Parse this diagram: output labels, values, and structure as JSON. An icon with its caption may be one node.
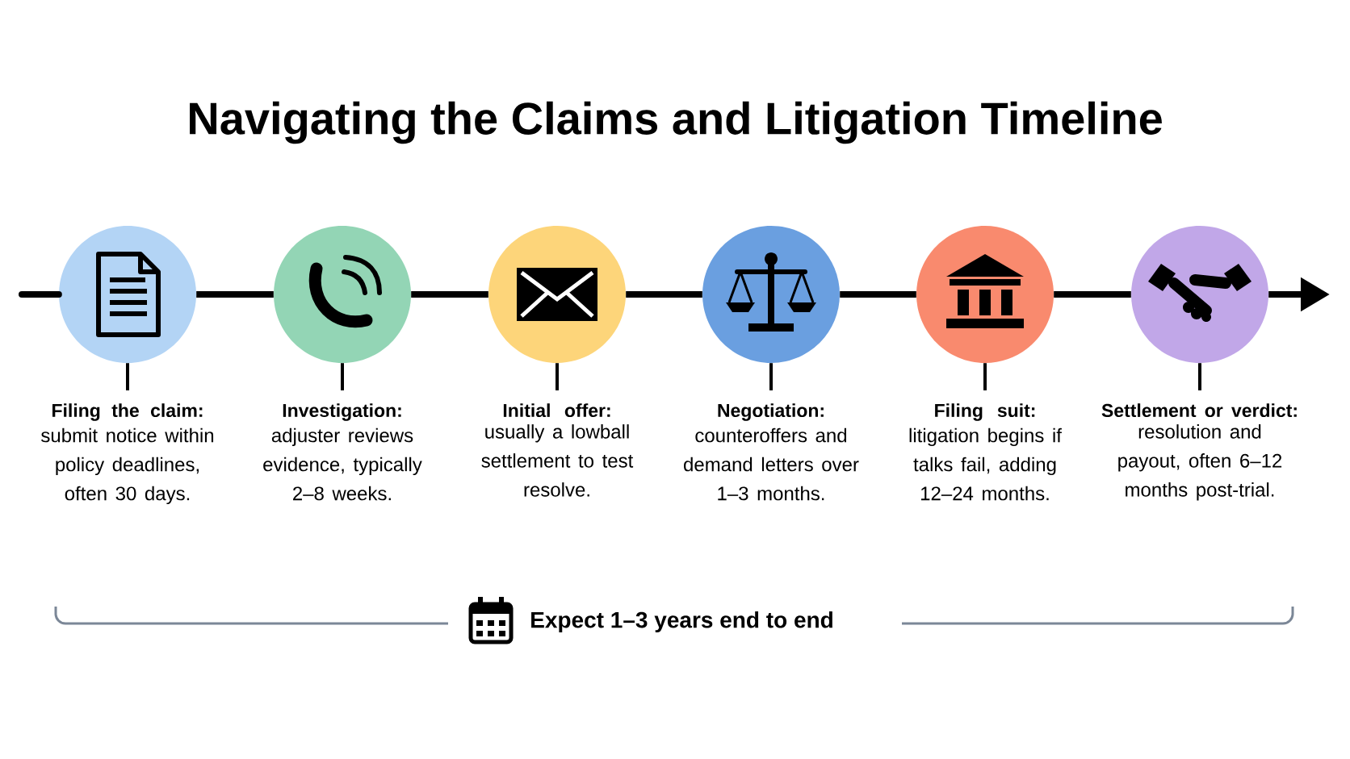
{
  "diagram": {
    "title": "Navigating the Claims and Litigation Timeline",
    "nodes": [
      {
        "text": [],
        "shape": "circle"
      },
      {
        "text": [
          "Filing the claim:",
          "submit notice within policy deadlines, often 30 days."
        ]
      },
      {
        "text": [],
        "shape": "circle"
      },
      {
        "text": [
          "Investigation:",
          "adjuster reviews evidence, typically 2–8 weeks."
        ]
      },
      {
        "text": [],
        "shape": "circle"
      },
      {
        "text": [
          "Initial offer:",
          "usually a lowball settlement to test resolve."
        ]
      },
      {
        "text": [],
        "shape": "circle"
      },
      {
        "text": [
          "Negotiation:",
          "counteroffers and demand letters over 1–3 months."
        ]
      },
      {
        "text": [],
        "shape": "circle"
      },
      {
        "text": [
          "Filing suit:",
          "litigation begins if talks fail, adding 12–24 months."
        ]
      },
      {
        "text": [],
        "shape": "circle"
      },
      {
        "text": [
          "Settlement or verdict:",
          "resolution and payout, often 6–12 months post-trial."
        ]
      }
    ],
    "edges": [
      {
        "from": null,
        "to": 0,
        "arrow": "none"
      },
      {
        "from": 0,
        "to": 2,
        "arrow": "none"
      },
      {
        "from": 2,
        "to": 4,
        "arrow": "none"
      },
      {
        "from": 4,
        "to": 6,
        "arrow": "none"
      },
      {
        "from": 6,
        "to": 8,
        "arrow": "none"
      },
      {
        "from": 8,
        "to": 10,
        "arrow": "none"
      },
      {
        "from": 10,
        "to": null,
        "arrow": "to"
      },
      {
        "from": 0,
        "to": 1,
        "arrow": "none"
      },
      {
        "from": 2,
        "to": 3,
        "arrow": "none"
      },
      {
        "from": 4,
        "to": 5,
        "arrow": "none"
      },
      {
        "from": 6,
        "to": 7,
        "arrow": "none"
      },
      {
        "from": 8,
        "to": 9,
        "arrow": "none"
      },
      {
        "from": 10,
        "to": 11,
        "arrow": "none"
      }
    ],
    "labels": [
      "Expect 1–3 years end to end"
    ]
  }
}
